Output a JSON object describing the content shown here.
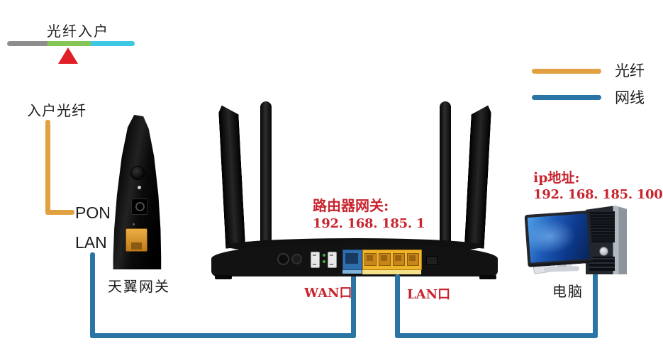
{
  "fiber_entry": {
    "title": "光纤入户"
  },
  "legend": {
    "fiber": "光纤",
    "ethernet": "网线"
  },
  "gateway": {
    "fiber_label": "入户光纤",
    "pon": "PON",
    "lan": "LAN",
    "name": "天翼网关"
  },
  "router": {
    "gateway_title": "路由器网关:",
    "gateway_ip": "192. 168. 185. 1",
    "wan_port": "WAN口",
    "lan_port": "LAN口"
  },
  "computer": {
    "ip_title": "ip地址:",
    "ip_value": "192. 168. 185. 100",
    "name": "电脑"
  },
  "colors": {
    "fiber": "#E2A140",
    "ethernet": "#2B74A6",
    "label_red": "#C8242E",
    "bar_gray": "#8E8E8E",
    "bar_green": "#85C656",
    "bar_cyan": "#3EC8E4",
    "marker_red": "#E01E26"
  }
}
